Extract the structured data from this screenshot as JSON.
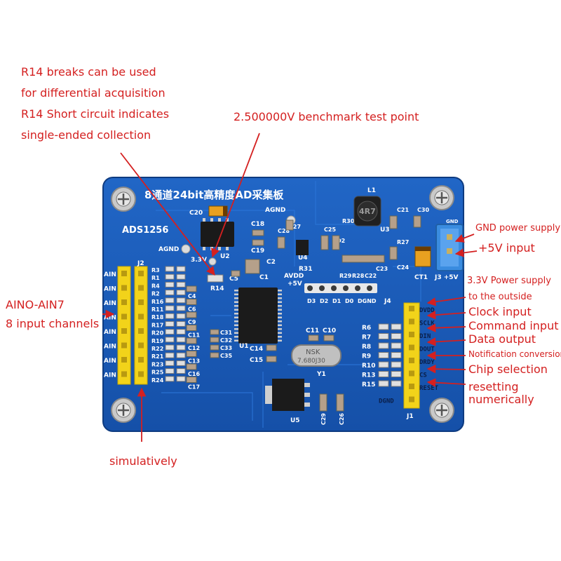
{
  "annotations": {
    "r14": [
      "R14 breaks can be used",
      "for differential acquisition",
      "R14 Short circuit indicates",
      "single-ended collection"
    ],
    "benchmark": "2.500000V benchmark test point",
    "ain_range": "AINO-AIN7",
    "ain_channels": "8 input channels",
    "simultaneous": "simulatively",
    "gnd_supply": "GND power supply",
    "plus5v": "+5V input",
    "supply33": "3.3V Power supply",
    "outside": "to the outside",
    "clock": "Clock input",
    "command": "Command input",
    "data_out": "Data output",
    "notify": "Notification conversion",
    "chip_sel": "Chip selection",
    "reset1": "resetting",
    "reset2": "numerically"
  },
  "board": {
    "title": "8通道24bit高精度AD采集板",
    "model": "ADS1256",
    "agnd_top": "AGND",
    "agnd_left": "AGND",
    "v33": "3.3V",
    "avdd": "AVDD",
    "plus5": "+5V",
    "j2": "J2",
    "j1": "J1",
    "j3": "J3 +5V",
    "j4": "J4",
    "gnd": "GND",
    "ct1": "CT1",
    "u1": "U1",
    "u2": "U2",
    "u3": "U3",
    "u4": "U4",
    "u5": "U5",
    "y1": "Y1",
    "l1": "L1",
    "inductor": "4R7",
    "crystal_brand": "NSK",
    "crystal_freq": "7.680J30",
    "ain_label": "AIN",
    "left_resistors": [
      "R3",
      "R1",
      "R4",
      "R2",
      "R16",
      "R11",
      "R18",
      "R17",
      "R20",
      "R19",
      "R22",
      "R21",
      "R23",
      "R25",
      "R24"
    ],
    "caps_mid": [
      "C4",
      "C6",
      "C9",
      "C11",
      "C12",
      "C13",
      "C16",
      "C17"
    ],
    "caps_u1": [
      "C31",
      "C32",
      "C33",
      "C35"
    ],
    "right_resistors": [
      "R6",
      "R7",
      "R8",
      "R9",
      "R10",
      "R13",
      "R15"
    ],
    "d_pins": [
      "D3",
      "D2",
      "D1",
      "D0",
      "DGND"
    ],
    "j1_pins": [
      "DVDD",
      "SCLK",
      "DIN",
      "DOUT",
      "DRDY",
      "CS",
      "RESET",
      "DGND"
    ],
    "misc": {
      "r14": "R14",
      "c20": "C20",
      "c18": "C18",
      "c19": "C19",
      "c5": "C5",
      "c1": "C1",
      "c2": "C2",
      "c25": "C25",
      "r30": "R30",
      "d2": "D2",
      "c21": "C21",
      "c30": "C30",
      "r31": "R31",
      "r29": "R29",
      "r28": "R28",
      "c22": "C22",
      "c23": "C23",
      "c24": "C24",
      "r27": "R27",
      "c28": "C28",
      "c27": "C27",
      "c14": "C14",
      "c15": "C15",
      "c11": "C11",
      "c10": "C10",
      "c29": "C29",
      "c26": "C26"
    }
  }
}
